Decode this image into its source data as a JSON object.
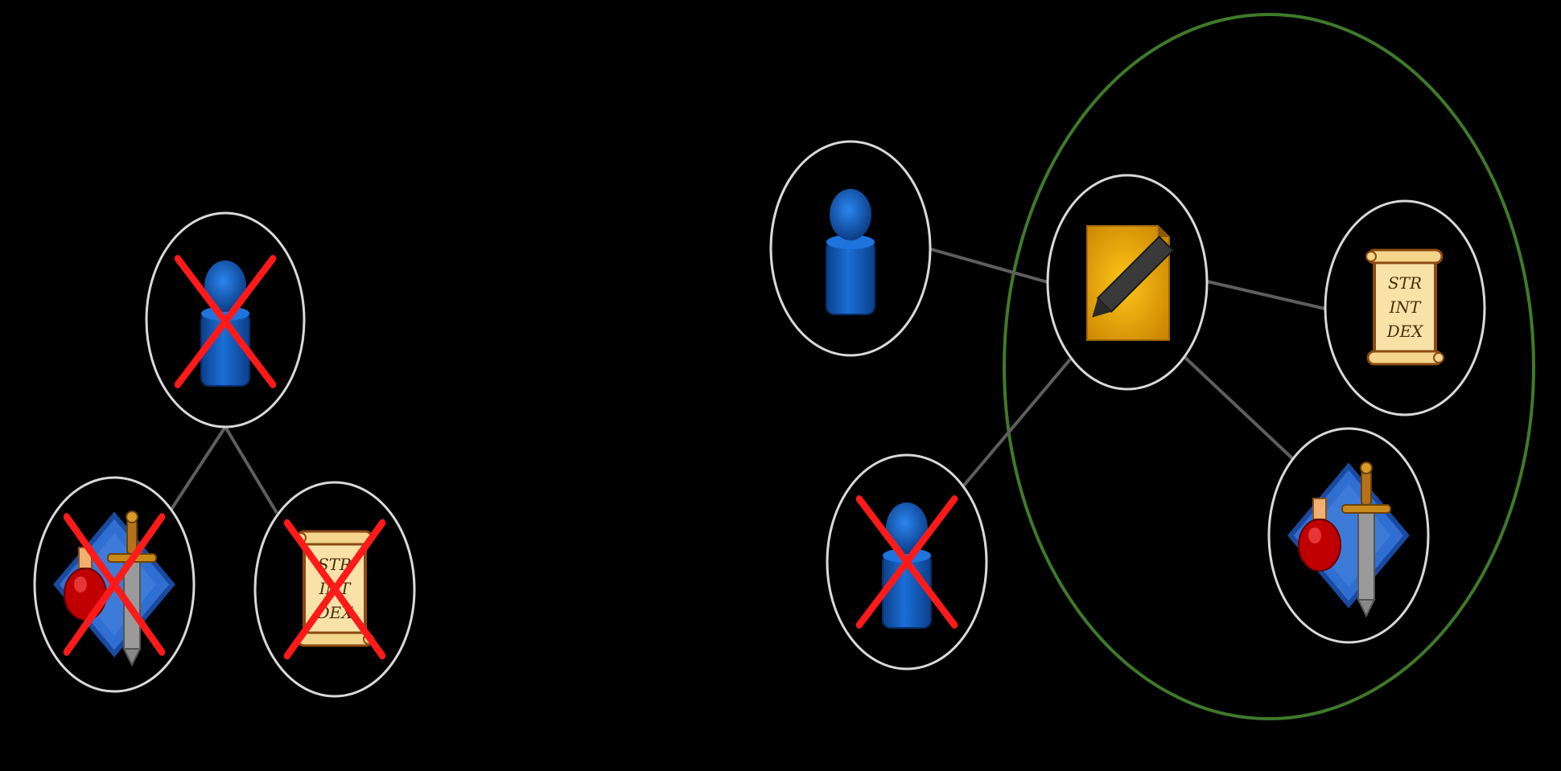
{
  "colors": {
    "background": "#000000",
    "node_ring": "#d9d9d9",
    "edge": "#5e5e5e",
    "group_ring": "#3f7a2a",
    "cross": "#ff1a1a",
    "person": "#1565c0",
    "editor": "#e8a300",
    "scroll": "#f7dfa0",
    "potion": "#c00000",
    "diamond": "#2f6fd1"
  },
  "icons": {
    "person": "person-icon",
    "editor": "edit-document-icon",
    "stats_scroll": "stats-scroll-icon",
    "items": "potion-and-sword-icon",
    "cross": "red-cross-icon"
  },
  "scroll_stats": {
    "line1": "STR",
    "line2": "INT",
    "line3": "DEX"
  },
  "left_tree": {
    "root": {
      "icon": "person",
      "crossed": true
    },
    "children": [
      {
        "icon": "items",
        "crossed": true
      },
      {
        "icon": "stats_scroll",
        "crossed": true
      }
    ]
  },
  "right_graph": {
    "hub": {
      "icon": "editor",
      "crossed": false
    },
    "nodes": [
      {
        "icon": "person",
        "crossed": false,
        "in_group": false
      },
      {
        "icon": "person",
        "crossed": true,
        "in_group": false
      },
      {
        "icon": "stats_scroll",
        "crossed": false,
        "in_group": true
      },
      {
        "icon": "items",
        "crossed": false,
        "in_group": true
      }
    ],
    "group_contains": [
      "editor",
      "stats_scroll",
      "items"
    ]
  }
}
